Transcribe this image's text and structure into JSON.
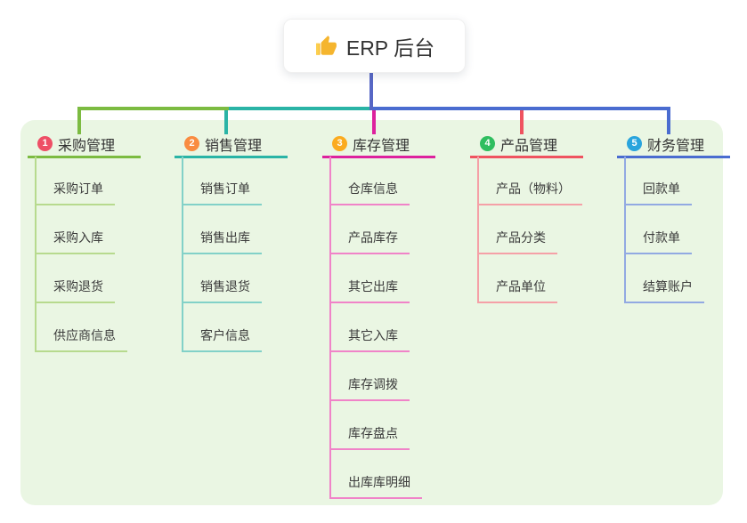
{
  "root": {
    "title": "ERP 后台",
    "icon": "thumbs-up-icon"
  },
  "colors": {
    "root_line": "#5767c5",
    "container_bg": "#eaf6e3",
    "green": "#7cbb41",
    "light_green": "#b7da8e",
    "teal": "#2ab4a6",
    "light_teal": "#82d1c8",
    "magenta": "#dd219e",
    "light_magenta": "#f083c8",
    "red": "#ef5360",
    "light_red": "#f5a0a7",
    "blue": "#4a6cd0",
    "light_blue": "#92a9e2",
    "badge_1": "#ee4f66",
    "badge_2": "#f98c41",
    "badge_3": "#fbab1f",
    "badge_4": "#2fbe5f",
    "badge_5": "#29a4dd",
    "title_text": "#333333",
    "child_text": "#3b3b3b"
  },
  "branches": [
    {
      "badge": "1",
      "label": "采购管理",
      "line": "green",
      "child_line": "light_green",
      "badge_color": "badge_1",
      "children": [
        "采购订单",
        "采购入库",
        "采购退货",
        "供应商信息"
      ]
    },
    {
      "badge": "2",
      "label": "销售管理",
      "line": "teal",
      "child_line": "light_teal",
      "badge_color": "badge_2",
      "children": [
        "销售订单",
        "销售出库",
        "销售退货",
        "客户信息"
      ]
    },
    {
      "badge": "3",
      "label": "库存管理",
      "line": "magenta",
      "child_line": "light_magenta",
      "badge_color": "badge_3",
      "children": [
        "仓库信息",
        "产品库存",
        "其它出库",
        "其它入库",
        "库存调拨",
        "库存盘点",
        "出库库明细"
      ]
    },
    {
      "badge": "4",
      "label": "产品管理",
      "line": "red",
      "child_line": "light_red",
      "badge_color": "badge_4",
      "children": [
        "产品（物料）",
        "产品分类",
        "产品单位"
      ]
    },
    {
      "badge": "5",
      "label": "财务管理",
      "line": "blue",
      "child_line": "light_blue",
      "badge_color": "badge_5",
      "children": [
        "回款单",
        "付款单",
        "结算账户"
      ]
    }
  ]
}
